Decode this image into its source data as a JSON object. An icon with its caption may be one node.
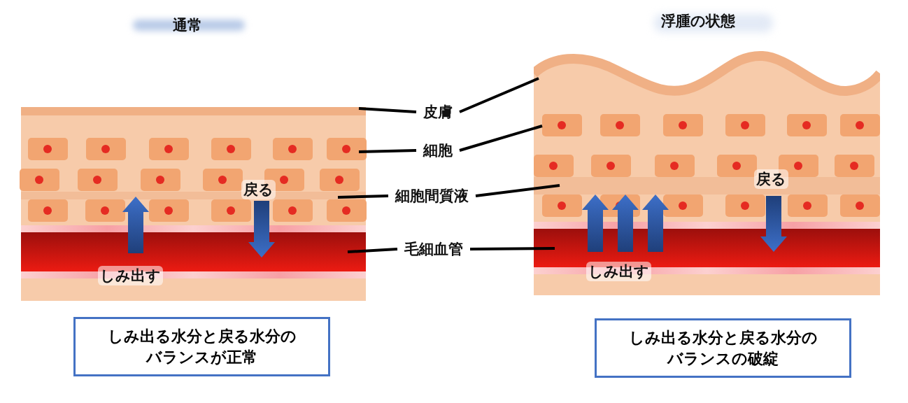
{
  "diagram": {
    "nodes": [
      {
        "text": [
          "しみ出る水分と戻る水分のバランスが正常"
        ]
      },
      {
        "text": [
          "しみ出る水分と戻る水分のバランスの破綻"
        ]
      },
      {
        "text": [
          "皮膚"
        ]
      },
      {
        "text": [
          "細胞"
        ]
      },
      {
        "text": [
          "細胞間質液"
        ]
      },
      {
        "text": [
          "毛細血管"
        ]
      },
      {
        "text": [],
        "shape": "bar"
      },
      {
        "text": [],
        "shape": "box"
      },
      {
        "text": [],
        "shape": "box"
      },
      {
        "text": [],
        "shape": "bar"
      },
      {
        "text": [],
        "shape": "bar"
      },
      {
        "text": [],
        "shape": "box"
      },
      {
        "text": [],
        "shape": "box"
      },
      {
        "text": [],
        "shape": "bar"
      }
    ],
    "edges": [
      {
        "from": 2,
        "to": 6,
        "arrow": "none"
      },
      {
        "from": 2,
        "to": 10,
        "arrow": "none"
      },
      {
        "from": 3,
        "to": 7,
        "arrow": "none"
      },
      {
        "from": 3,
        "to": 11,
        "arrow": "none"
      },
      {
        "from": 4,
        "to": 8,
        "arrow": "none"
      },
      {
        "from": 4,
        "to": 12,
        "arrow": "none"
      },
      {
        "from": 5,
        "to": 9,
        "arrow": "none"
      },
      {
        "from": 5,
        "to": 13,
        "arrow": "none"
      },
      {
        "from": 9,
        "to": 8,
        "arrow": "to",
        "label": "しみ出す"
      },
      {
        "from": 8,
        "to": 9,
        "arrow": "to",
        "label": "戻る"
      },
      {
        "from": 13,
        "to": 12,
        "arrow": "to",
        "label": "しみ出す"
      },
      {
        "from": 13,
        "to": 12,
        "arrow": "to"
      },
      {
        "from": 13,
        "to": 12,
        "arrow": "to"
      },
      {
        "from": 12,
        "to": 13,
        "arrow": "to",
        "label": "戻る"
      }
    ],
    "labels": [
      "通常",
      "浮腫の状態"
    ]
  }
}
